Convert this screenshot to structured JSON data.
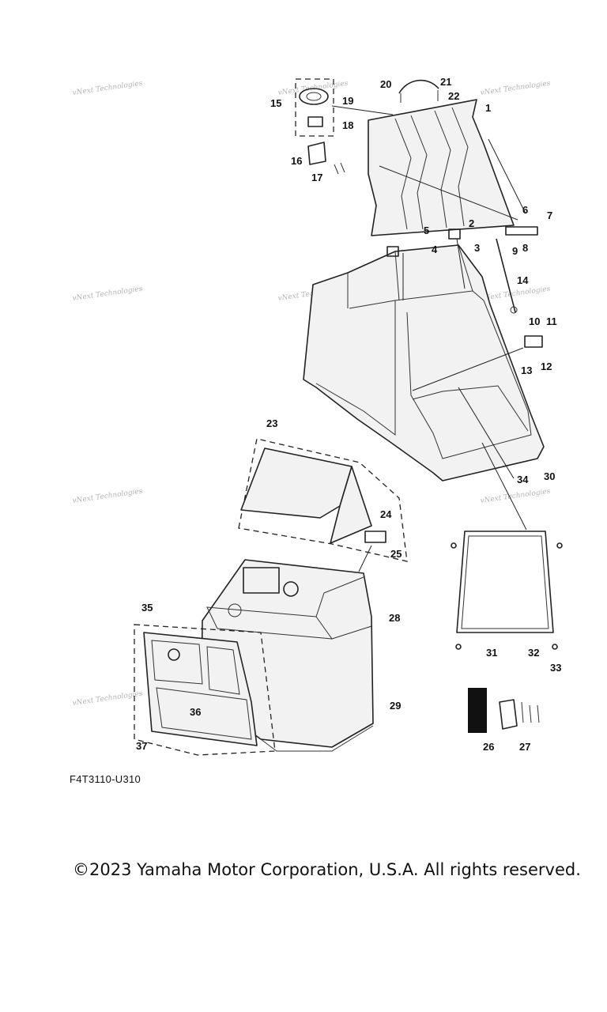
{
  "diagram": {
    "callouts": [
      "1",
      "2",
      "3",
      "4",
      "5",
      "6",
      "7",
      "8",
      "9",
      "10",
      "11",
      "12",
      "13",
      "14",
      "15",
      "16",
      "17",
      "18",
      "19",
      "20",
      "21",
      "22",
      "23",
      "24",
      "25",
      "26",
      "27",
      "28",
      "29",
      "30",
      "31",
      "32",
      "33",
      "34",
      "35",
      "36",
      "37"
    ],
    "watermark": "vNext Technologies",
    "figure_code": "F4T3110-U310"
  },
  "footer": {
    "copyright": "©2023 Yamaha Motor Corporation, U.S.A. All rights reserved."
  }
}
